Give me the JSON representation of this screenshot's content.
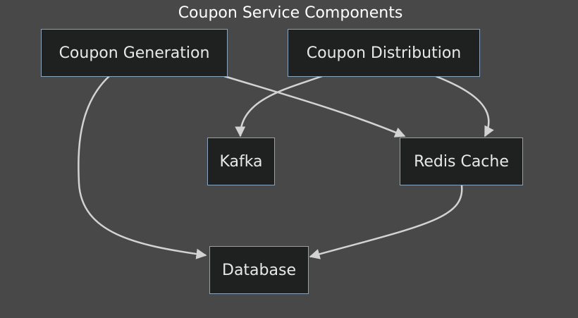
{
  "diagram": {
    "title": "Coupon Service Components",
    "nodes": [
      {
        "id": "gen",
        "label": "Coupon Generation"
      },
      {
        "id": "dist",
        "label": "Coupon Distribution"
      },
      {
        "id": "kafka",
        "label": "Kafka"
      },
      {
        "id": "redis",
        "label": "Redis Cache"
      },
      {
        "id": "db",
        "label": "Database"
      }
    ],
    "edges": [
      {
        "from": "gen",
        "to": "redis"
      },
      {
        "from": "gen",
        "to": "db"
      },
      {
        "from": "dist",
        "to": "kafka"
      },
      {
        "from": "dist",
        "to": "redis"
      },
      {
        "from": "redis",
        "to": "db"
      }
    ],
    "colors": {
      "background": "#484848",
      "node_fill": "#1f2020",
      "node_border": "#8ba4bd",
      "edge": "#d3d3d3",
      "text": "#e8e8e8"
    }
  }
}
